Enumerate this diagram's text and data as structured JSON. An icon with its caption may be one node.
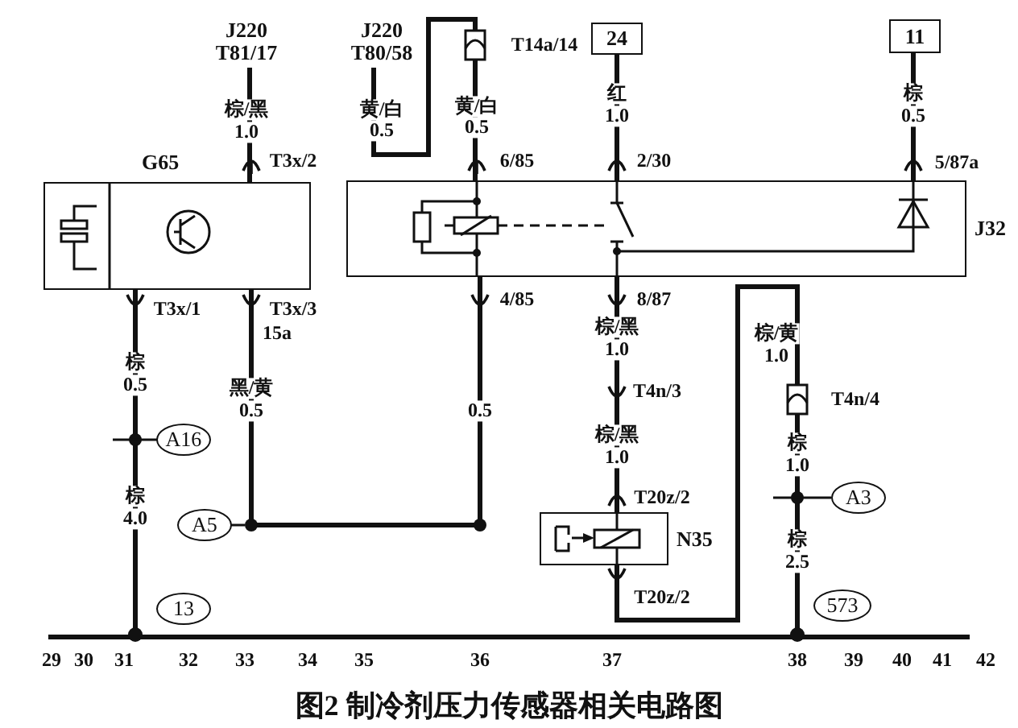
{
  "diagram": {
    "caption": "图2 制冷剂压力传感器相关电路图",
    "nodes": [
      {
        "text": [
          "J220 T81/17"
        ]
      },
      {
        "text": [
          "J220 T80/58"
        ]
      },
      {
        "text": [
          "24"
        ]
      },
      {
        "text": [
          "11"
        ]
      },
      {
        "text": [
          "G65"
        ]
      },
      {
        "text": [
          "J32"
        ]
      },
      {
        "text": [
          "A16"
        ]
      },
      {
        "text": [
          "A5"
        ]
      },
      {
        "text": [
          "N35"
        ]
      },
      {
        "text": [
          "A3"
        ]
      },
      {
        "text": [
          "13"
        ]
      },
      {
        "text": [
          "573"
        ]
      },
      {
        "text": [],
        "shape": "bar"
      }
    ],
    "edges": [
      {
        "from": 0,
        "to": 4,
        "arrow": "none"
      },
      {
        "from": 1,
        "to": 5,
        "arrow": "none"
      },
      {
        "from": 2,
        "to": 5,
        "arrow": "none"
      },
      {
        "from": 3,
        "to": 5,
        "arrow": "none"
      },
      {
        "from": 4,
        "to": 12,
        "arrow": "other"
      },
      {
        "from": 4,
        "to": 5,
        "arrow": "none"
      },
      {
        "from": 5,
        "to": 8,
        "arrow": "none"
      },
      {
        "from": 8,
        "to": 12,
        "arrow": "other"
      }
    ],
    "labels": [
      "T14a/14",
      "棕/黑",
      "1.0",
      "T3x/2",
      "黄/白",
      "0.5",
      "黄/白",
      "0.5",
      "红",
      "1.0",
      "棕",
      "0.5",
      "6/85",
      "2/30",
      "5/87a",
      "T3x/1",
      "T3x/3",
      "15a",
      "4/85",
      "8/87",
      "棕/黑",
      "1.0",
      "T4n/3",
      "棕/黄",
      "1.0",
      "T4n/4",
      "棕",
      "0.5",
      "黑/黄",
      "0.5",
      "0.5",
      "棕",
      "1.0",
      "棕/黑",
      "1.0",
      "T20z/2",
      "棕",
      "4.0",
      "棕",
      "2.5",
      "T20z/2",
      "29",
      "30",
      "31",
      "32",
      "33",
      "34",
      "35",
      "36",
      "37",
      "38",
      "39",
      "40",
      "41",
      "42"
    ]
  }
}
